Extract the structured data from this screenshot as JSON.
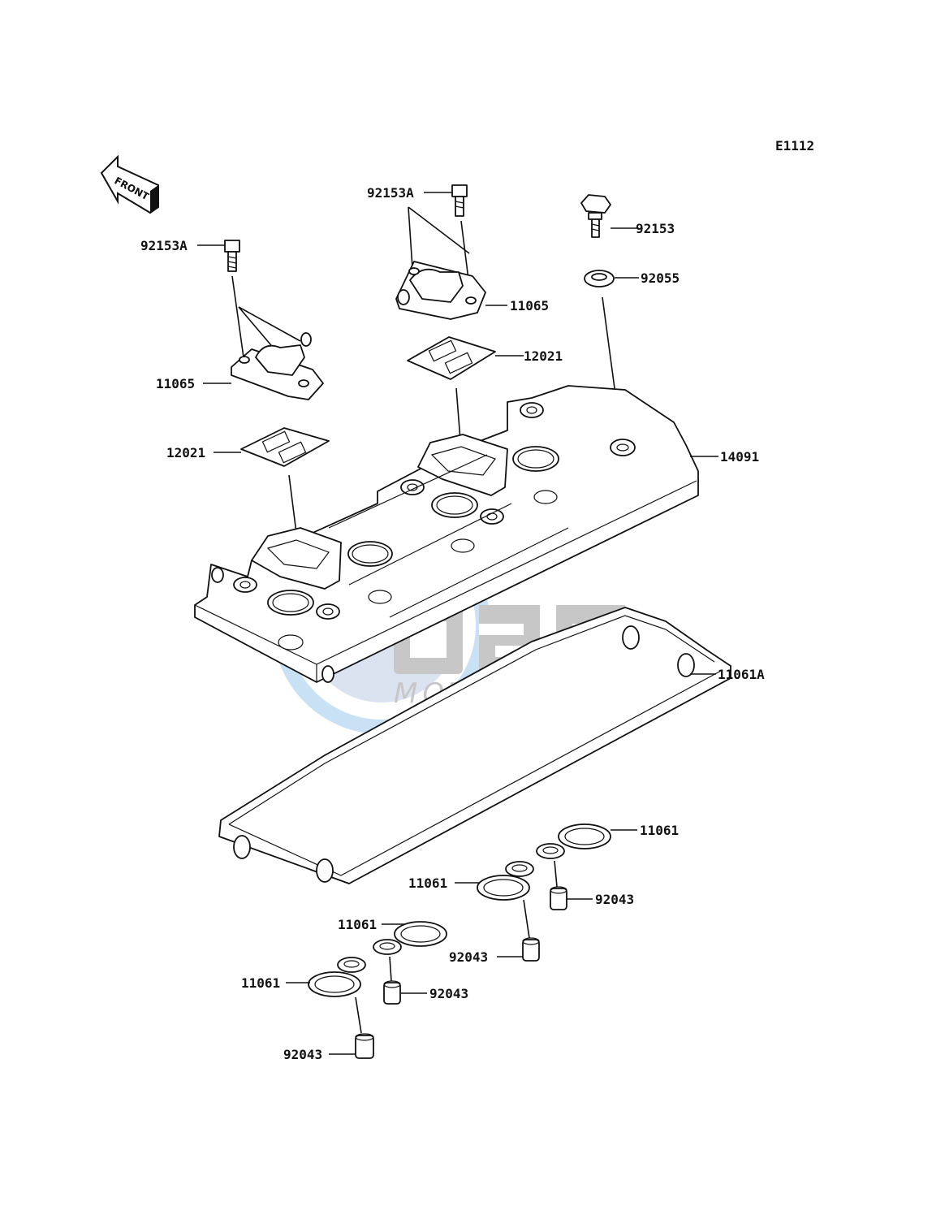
{
  "diagram": {
    "code": "E1112",
    "front_label": "FRONT",
    "watermark": {
      "brand": "OSM",
      "sub": "MOTORPARTS",
      "color": "#8fb0d8"
    },
    "labels": [
      {
        "id": "l1",
        "text": "92153A"
      },
      {
        "id": "l2",
        "text": "92153A"
      },
      {
        "id": "l3",
        "text": "92153"
      },
      {
        "id": "l4",
        "text": "92055"
      },
      {
        "id": "l5",
        "text": "11065"
      },
      {
        "id": "l6",
        "text": "11065"
      },
      {
        "id": "l7",
        "text": "12021"
      },
      {
        "id": "l8",
        "text": "12021"
      },
      {
        "id": "l9",
        "text": "14091"
      },
      {
        "id": "l10",
        "text": "11061A"
      },
      {
        "id": "l11",
        "text": "11061"
      },
      {
        "id": "l12",
        "text": "11061"
      },
      {
        "id": "l13",
        "text": "92043"
      },
      {
        "id": "l14",
        "text": "11061"
      },
      {
        "id": "l15",
        "text": "92043"
      },
      {
        "id": "l16",
        "text": "11061"
      },
      {
        "id": "l17",
        "text": "92043"
      },
      {
        "id": "l18",
        "text": "92043"
      }
    ]
  }
}
